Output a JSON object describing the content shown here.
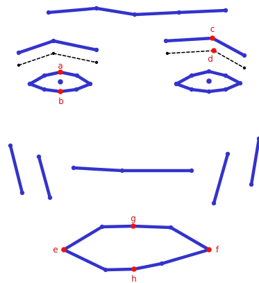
{
  "colors": {
    "solid_line": "#3333cc",
    "dashed_line": "#000000",
    "labeled_point": "#ee1111",
    "pupil": "#3333cc",
    "label_text": "#cc1111"
  },
  "point_labels": {
    "a": "a",
    "b": "b",
    "c": "c",
    "d": "d",
    "e": "e",
    "f": "f",
    "g": "g",
    "h": "h"
  }
}
